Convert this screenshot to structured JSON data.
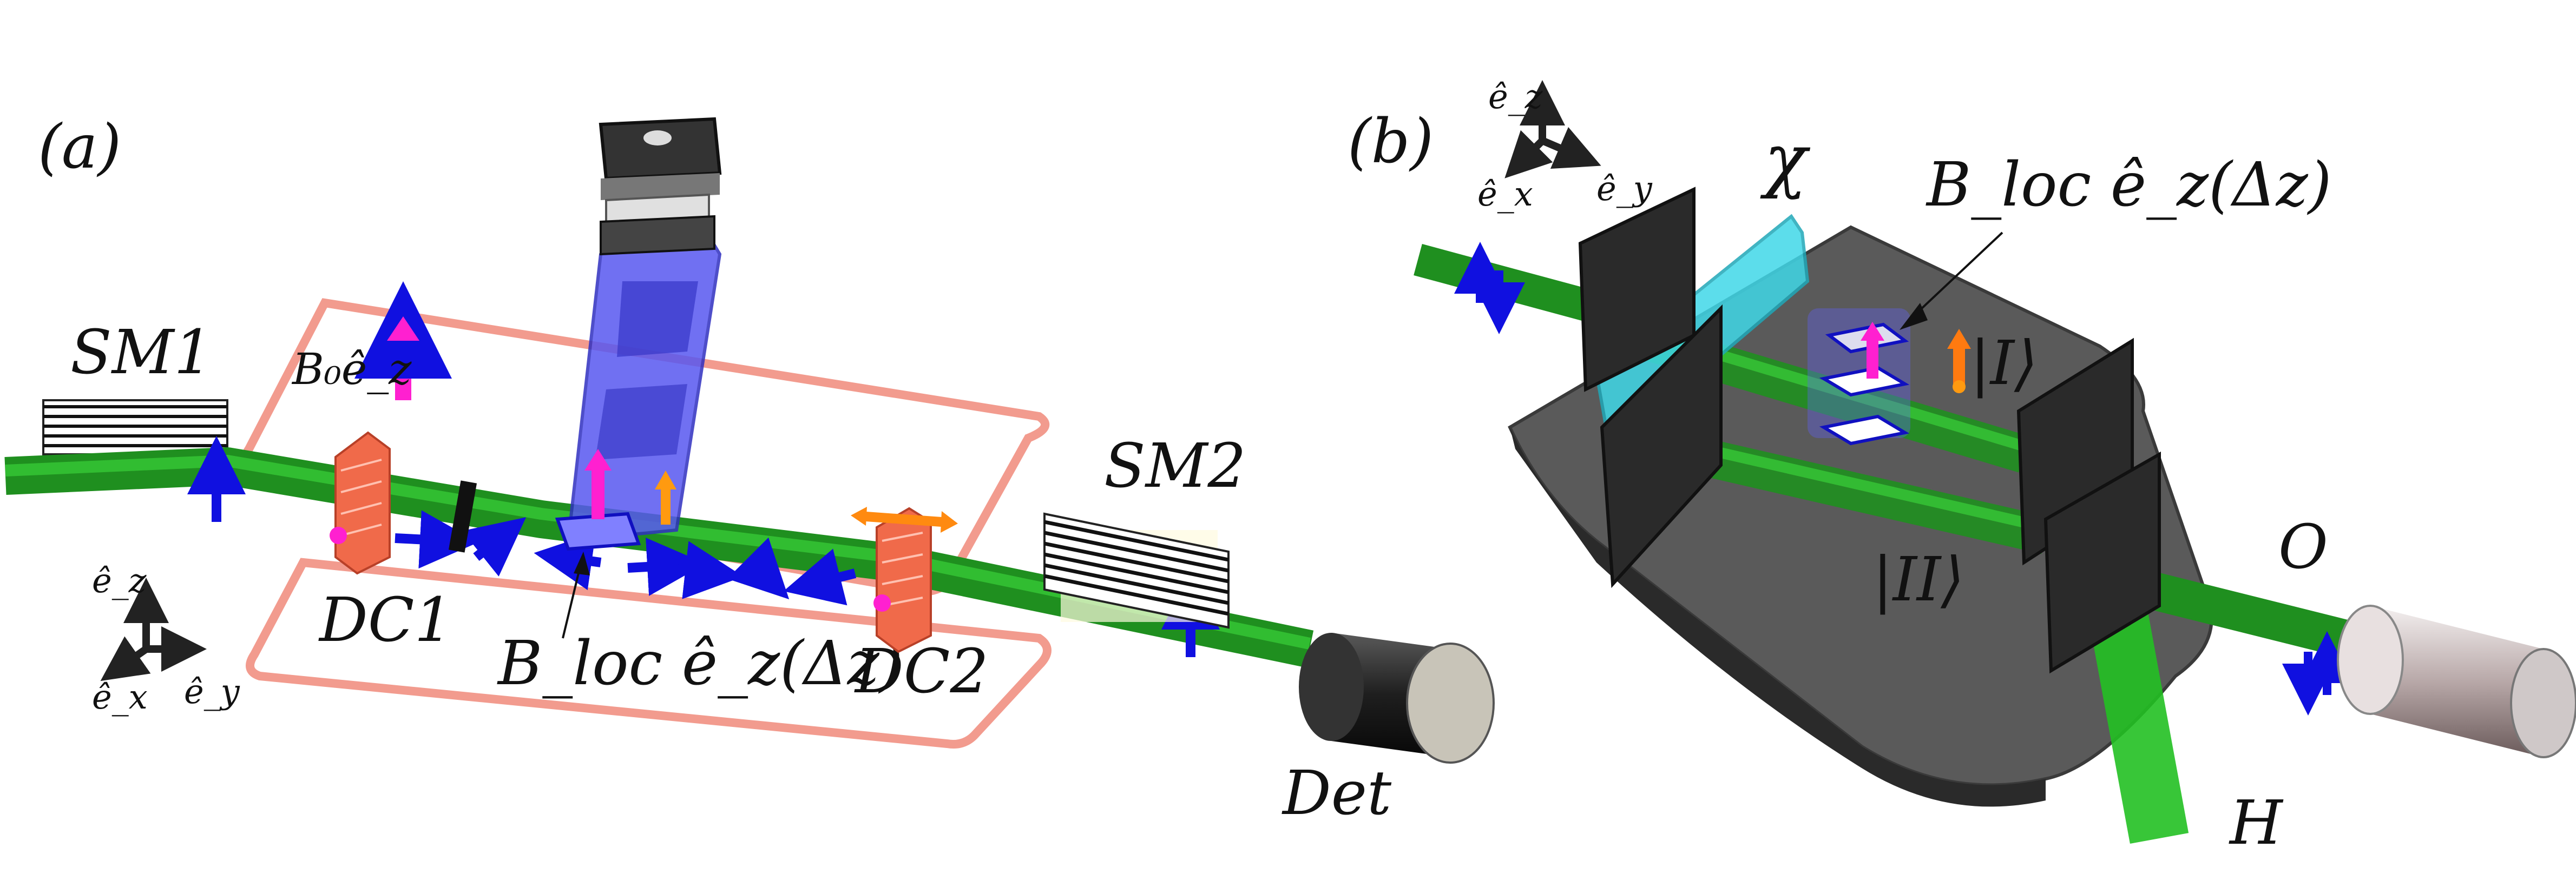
{
  "panel_a": {
    "tag": "(a)",
    "sm1": "SM1",
    "b0": "B₀ê_z",
    "dc1": "DC1",
    "bloc": "B_loc ê_z(Δz)",
    "dc2": "DC2",
    "sm2": "SM2",
    "det": "Det",
    "axis_z": "ê_z",
    "axis_x": "ê_x",
    "axis_y": "ê_y"
  },
  "panel_b": {
    "tag": "(b)",
    "axis_z": "ê_z",
    "axis_x": "ê_x",
    "axis_y": "ê_y",
    "chi": "χ",
    "bloc": "B_loc ê_z(Δz)",
    "path_I": "|I⟩",
    "path_II": "|II⟩",
    "out_O": "O",
    "out_H": "H"
  },
  "colors": {
    "beam": "#1f8f1f",
    "beam_light": "#39d039",
    "coil": "#f08a7a",
    "flipper": "#f06a4a",
    "spin_blue": "#1010e0",
    "field_magenta": "#ff20d0",
    "field_orange": "#ff9a10",
    "actuator": "#5858f0",
    "plate": "#505050",
    "chi_plate": "#40d8e8"
  }
}
